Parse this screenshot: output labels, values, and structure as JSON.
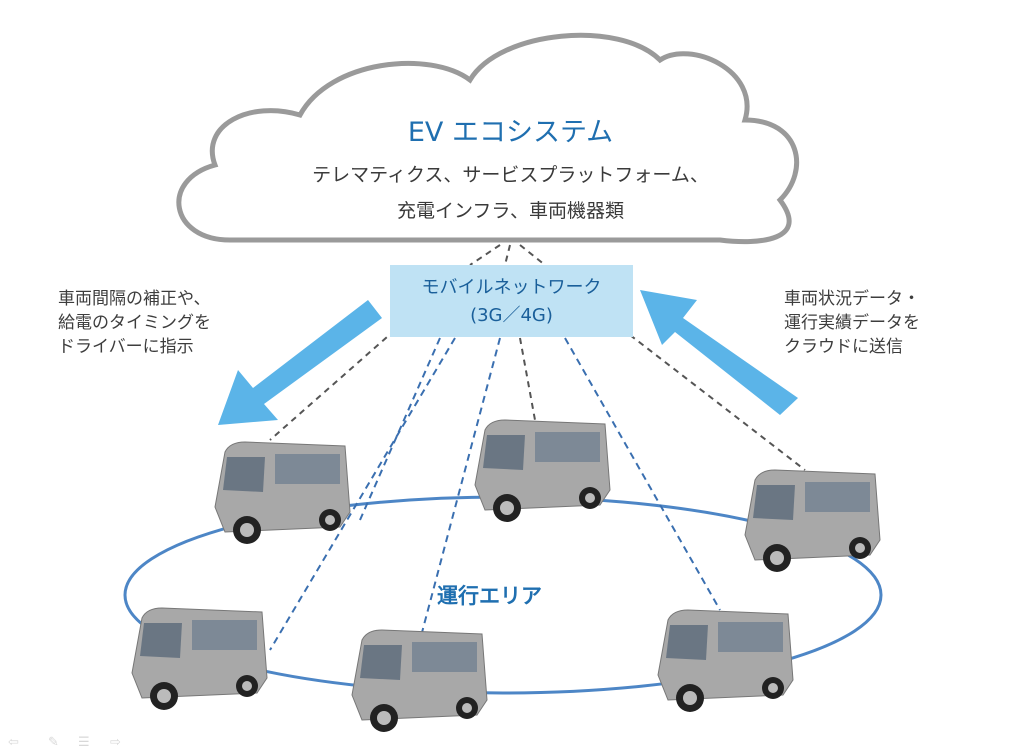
{
  "cloud": {
    "title": "EV エコシステム",
    "lines": [
      "テレマティクス、サービスプラットフォーム、",
      "充電インフラ、車両機器類"
    ]
  },
  "network": {
    "line1": "モバイルネットワーク",
    "line2": "(3G／4G)"
  },
  "left_note": {
    "lines": [
      "車両間隔の補正や、",
      "給電のタイミングを",
      "ドライバーに指示"
    ]
  },
  "right_note": {
    "lines": [
      "車両状況データ・",
      "運行実績データを",
      "クラウドに送信"
    ]
  },
  "area_label": "運行エリア",
  "vehicles": [
    "vehicle-1",
    "vehicle-2",
    "vehicle-3",
    "vehicle-4",
    "vehicle-5",
    "vehicle-6"
  ],
  "colors": {
    "accent_blue": "#1f6fb0",
    "arrow_blue": "#5bb4e8",
    "network_box": "#bfe2f4",
    "cloud_stroke": "#9a9a9a",
    "loop_line": "#4d86c6"
  },
  "nav_icons": [
    "arrow-left-icon",
    "pen-icon",
    "menu-icon",
    "arrow-right-icon"
  ]
}
